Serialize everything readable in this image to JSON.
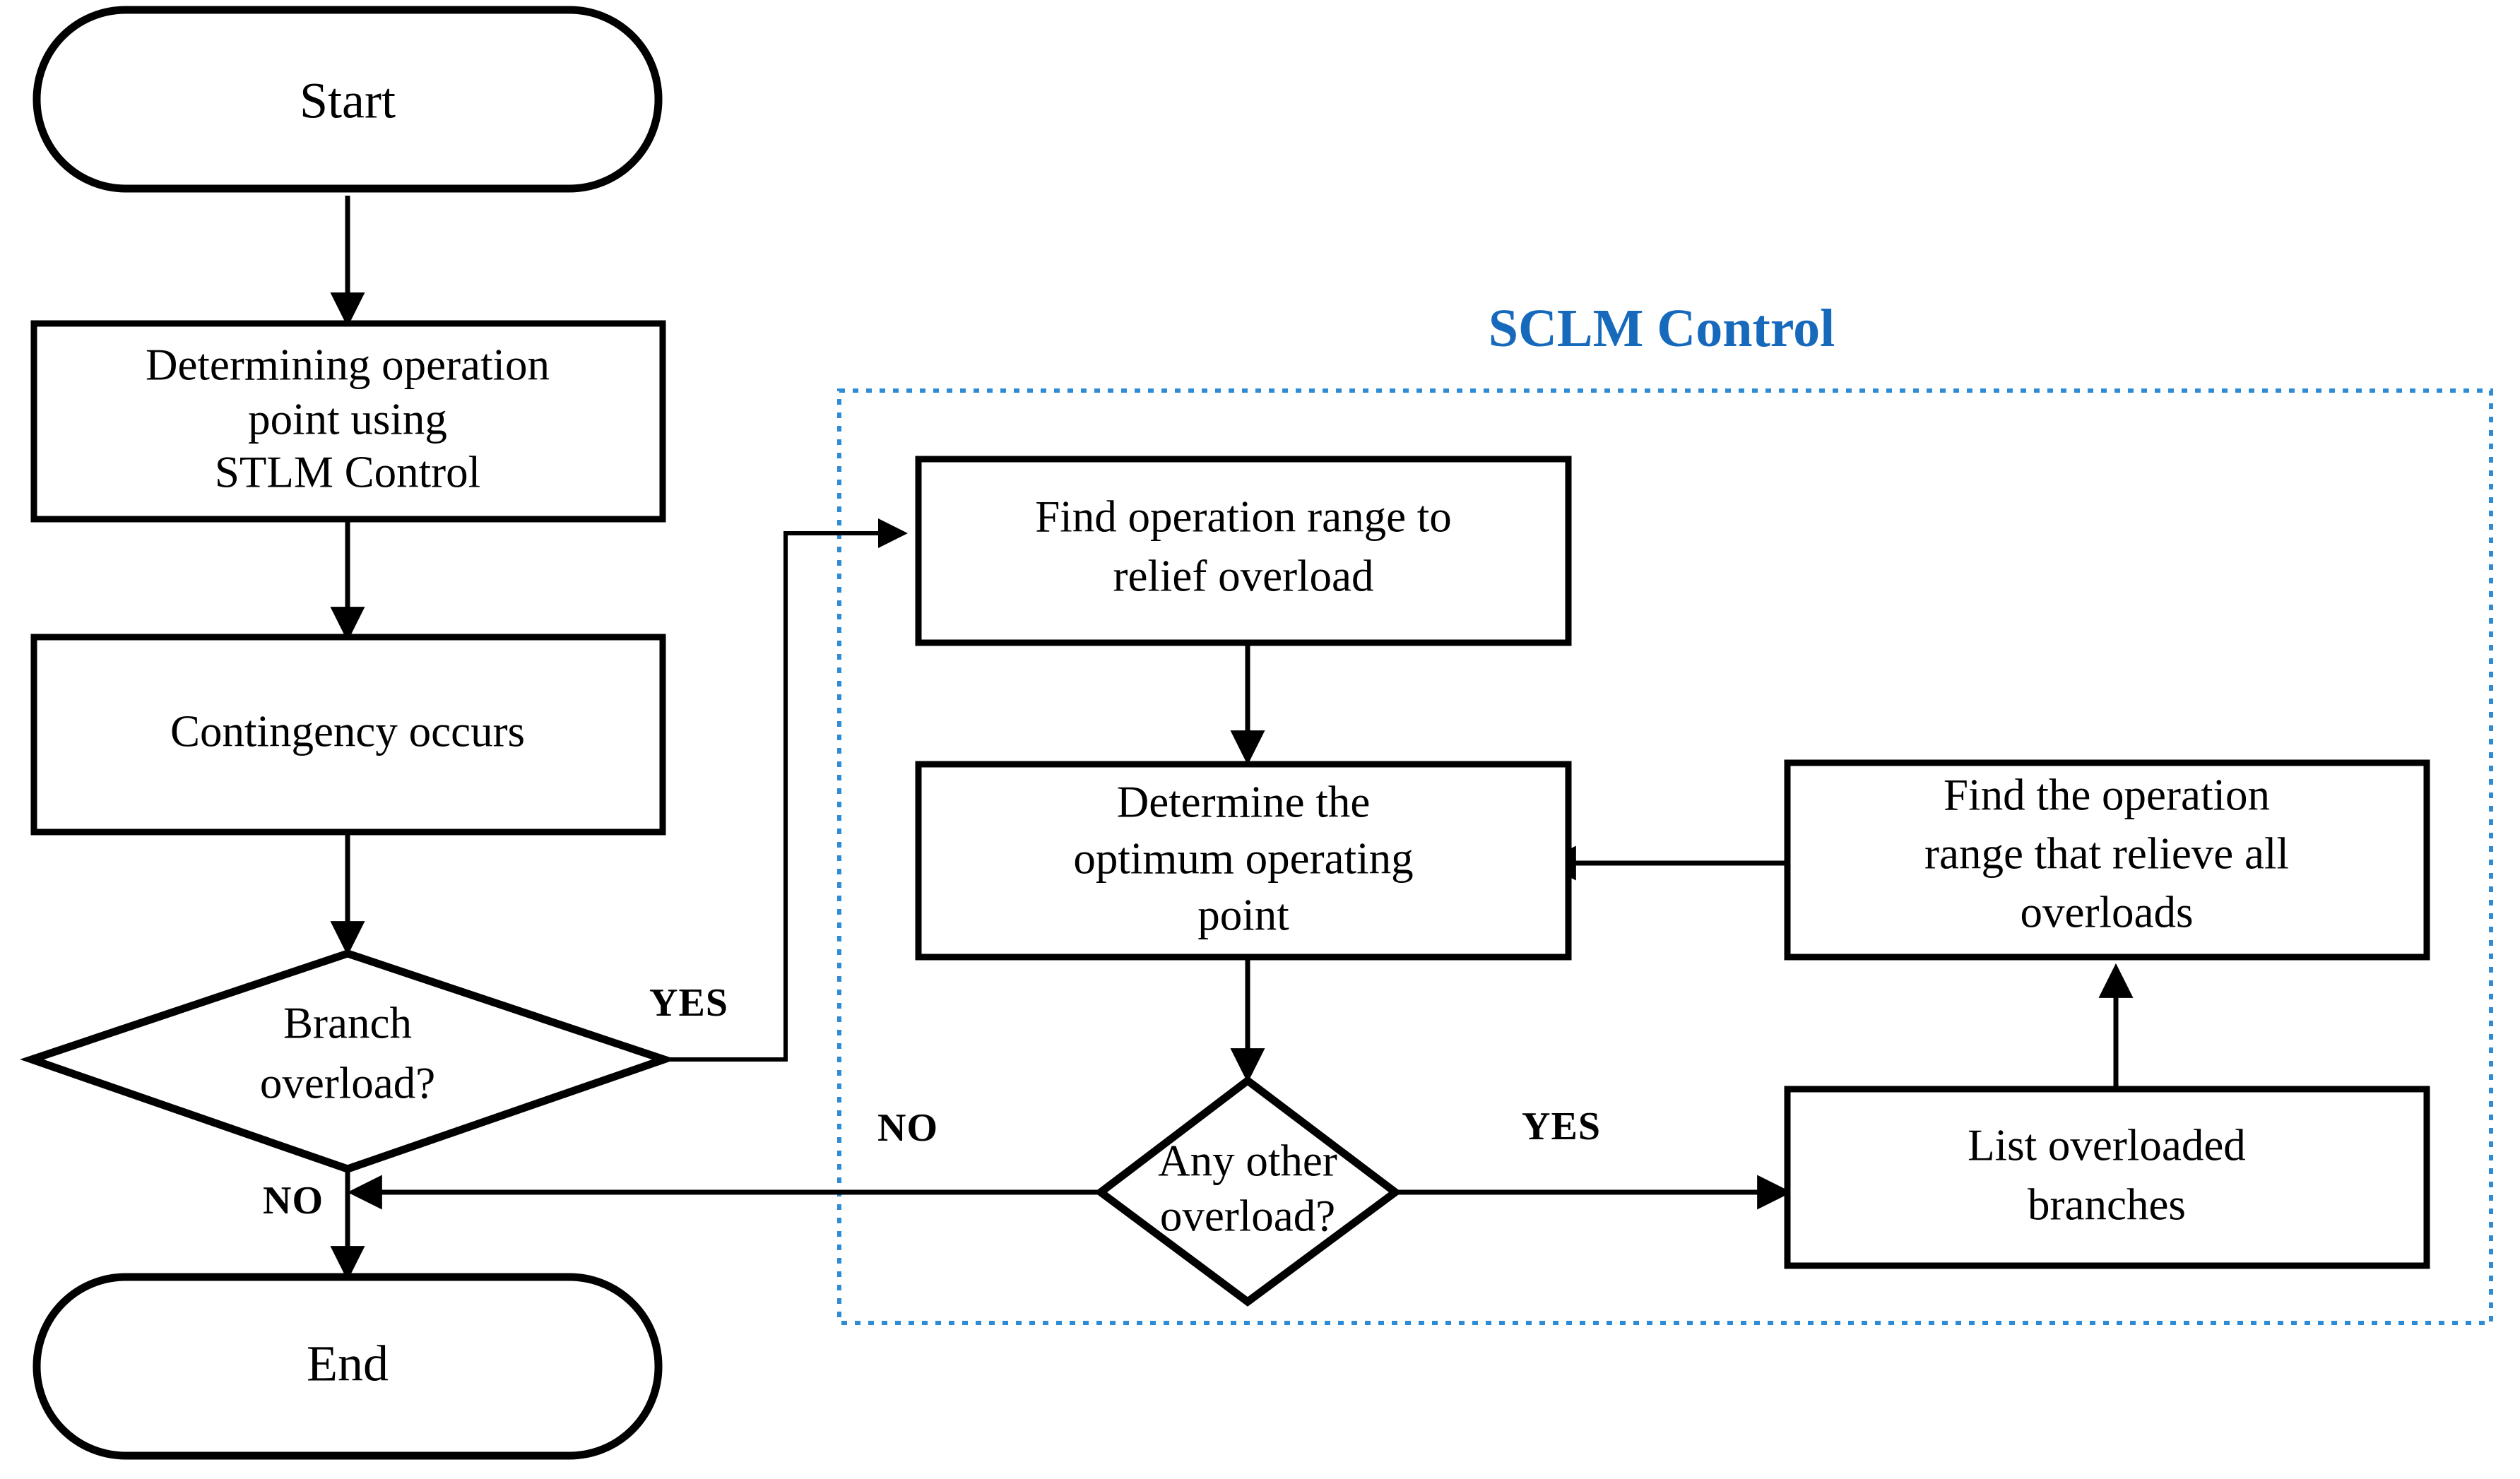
{
  "diagram": {
    "title_visible": false,
    "group": {
      "label": "SCLM Control",
      "label_color": "#1769BC",
      "border_color": "#2E8BD6",
      "border_style": "dotted"
    },
    "nodes": {
      "start": {
        "label": "Start",
        "shape": "terminator"
      },
      "determine_stlm": {
        "line1": "Determining operation",
        "line2": "point using",
        "line3": "STLM Control",
        "shape": "process"
      },
      "contingency": {
        "label": "Contingency occurs",
        "shape": "process"
      },
      "branch_overload": {
        "line1": "Branch",
        "line2": "overload?",
        "shape": "decision"
      },
      "end": {
        "label": "End",
        "shape": "terminator"
      },
      "find_range_relief": {
        "line1": "Find operation range to",
        "line2": "relief overload",
        "shape": "process"
      },
      "determine_optimum": {
        "line1": "Determine the",
        "line2": "optimum operating",
        "line3": "point",
        "shape": "process"
      },
      "any_other_overload": {
        "line1": "Any other",
        "line2": "overload?",
        "shape": "decision"
      },
      "find_range_all": {
        "line1": "Find the operation",
        "line2": "range that relieve all",
        "line3": "overloads",
        "shape": "process"
      },
      "list_overloaded": {
        "line1": "List overloaded",
        "line2": "branches",
        "shape": "process"
      }
    },
    "edge_labels": {
      "branch_yes": "YES",
      "branch_no": "NO",
      "any_other_no": "NO",
      "any_other_yes": "YES"
    }
  },
  "chart_data": {
    "type": "table",
    "title": "SCLM Control flowchart",
    "nodes": [
      {
        "id": "start",
        "text": "Start",
        "shape": "terminator",
        "group": "main"
      },
      {
        "id": "determine_stlm",
        "text": "Determining operation point using STLM Control",
        "shape": "process",
        "group": "main"
      },
      {
        "id": "contingency",
        "text": "Contingency occurs",
        "shape": "process",
        "group": "main"
      },
      {
        "id": "branch_overload",
        "text": "Branch overload?",
        "shape": "decision",
        "group": "main"
      },
      {
        "id": "end",
        "text": "End",
        "shape": "terminator",
        "group": "main"
      },
      {
        "id": "find_range_relief",
        "text": "Find operation range to relief overload",
        "shape": "process",
        "group": "SCLM Control"
      },
      {
        "id": "determine_optimum",
        "text": "Determine the optimum operating point",
        "shape": "process",
        "group": "SCLM Control"
      },
      {
        "id": "any_other_overload",
        "text": "Any other overload?",
        "shape": "decision",
        "group": "SCLM Control"
      },
      {
        "id": "find_range_all",
        "text": "Find the operation range that relieve all overloads",
        "shape": "process",
        "group": "SCLM Control"
      },
      {
        "id": "list_overloaded",
        "text": "List overloaded branches",
        "shape": "process",
        "group": "SCLM Control"
      }
    ],
    "edges": [
      {
        "from": "start",
        "to": "determine_stlm",
        "label": ""
      },
      {
        "from": "determine_stlm",
        "to": "contingency",
        "label": ""
      },
      {
        "from": "contingency",
        "to": "branch_overload",
        "label": ""
      },
      {
        "from": "branch_overload",
        "to": "find_range_relief",
        "label": "YES"
      },
      {
        "from": "branch_overload",
        "to": "end",
        "label": "NO"
      },
      {
        "from": "find_range_relief",
        "to": "determine_optimum",
        "label": ""
      },
      {
        "from": "determine_optimum",
        "to": "any_other_overload",
        "label": ""
      },
      {
        "from": "any_other_overload",
        "to": "end",
        "label": "NO"
      },
      {
        "from": "any_other_overload",
        "to": "list_overloaded",
        "label": "YES"
      },
      {
        "from": "list_overloaded",
        "to": "find_range_all",
        "label": ""
      },
      {
        "from": "find_range_all",
        "to": "determine_optimum",
        "label": ""
      }
    ]
  }
}
